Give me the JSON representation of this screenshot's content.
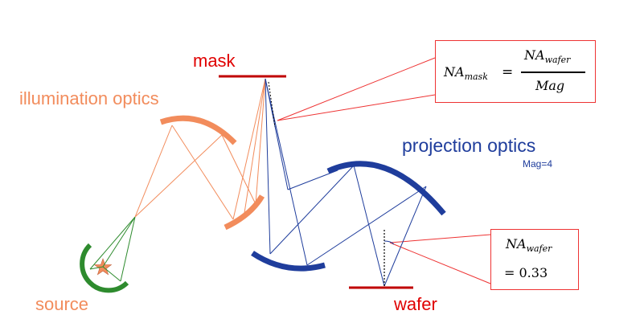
{
  "labels": {
    "mask": "mask",
    "illumination": "illumination optics",
    "projection": "projection optics",
    "mag": "Mag=4",
    "source": "source",
    "wafer": "wafer"
  },
  "formula_mask": {
    "lhs_base": "NA",
    "lhs_sub": "mask",
    "equals": "=",
    "num_base": "NA",
    "num_sub": "wafer",
    "den": "Mag"
  },
  "formula_wafer": {
    "base": "NA",
    "sub": "wafer",
    "value": "= 0.33"
  },
  "colors": {
    "red": "#e00000",
    "orange": "#f28c5c",
    "blue": "#1f3d9c",
    "green": "#2e8b2e"
  }
}
